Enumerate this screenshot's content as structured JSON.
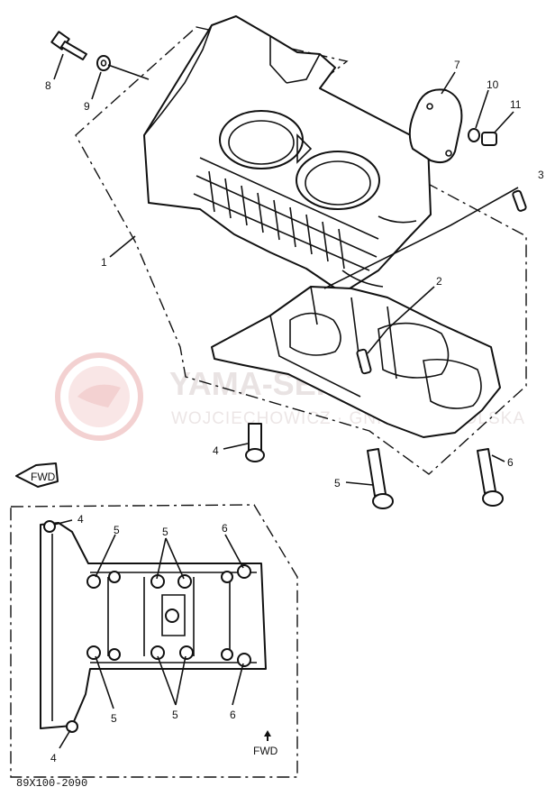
{
  "watermark": {
    "brand": "YAMA-SERVIS",
    "tagline": "WOJCIECHOWICZ · GNIEZNO · POLSKA",
    "logo_color": "#e59a9a"
  },
  "callouts": {
    "c1": "1",
    "c2": "2",
    "c3": "3",
    "c4a": "4",
    "c5a": "5",
    "c6a": "6",
    "c7": "7",
    "c8": "8",
    "c9": "9",
    "c10": "10",
    "c11": "11",
    "i4t": "4",
    "i4b": "4",
    "i5tl": "5",
    "i5tm": "5",
    "i6t": "6",
    "i5bl": "5",
    "i5bm": "5",
    "i6b": "6"
  },
  "fwd_tag": "FWD",
  "fwd_label": "FWD",
  "diagram_code": "89X100-2090"
}
